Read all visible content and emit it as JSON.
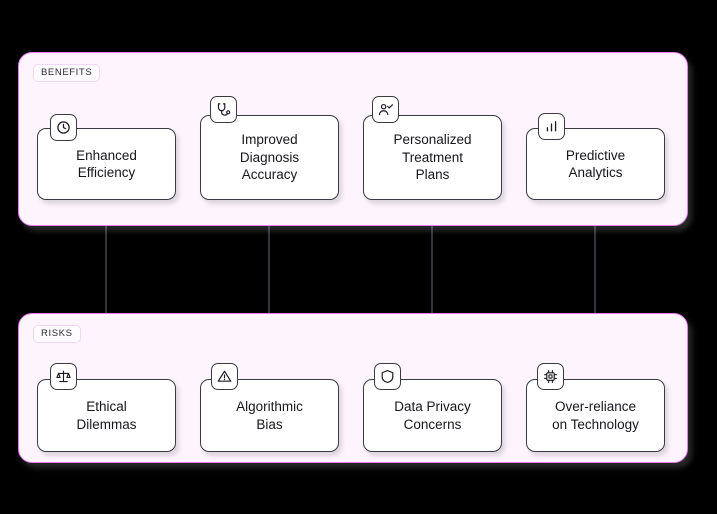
{
  "theme": {
    "background": "#000000",
    "panel_fill": "#fdf4fd",
    "panel_border": "#e879f9",
    "card_fill": "#ffffff",
    "card_border": "#3a3a44",
    "text_color": "#16161c",
    "badge_fill": "#fefcff",
    "badge_border": "#f3d5f8",
    "connector_color": "#3a3a44"
  },
  "sections": [
    {
      "id": "benefits",
      "badge": "BENEFITS",
      "cards": [
        {
          "label": "Enhanced\nEfficiency",
          "icon": "clock-icon"
        },
        {
          "label": "Improved\nDiagnosis\nAccuracy",
          "icon": "stethoscope-icon"
        },
        {
          "label": "Personalized\nTreatment\nPlans",
          "icon": "user-check-icon"
        },
        {
          "label": "Predictive\nAnalytics",
          "icon": "bar-chart-icon"
        }
      ]
    },
    {
      "id": "risks",
      "badge": "RISKS",
      "cards": [
        {
          "label": "Ethical\nDilemmas",
          "icon": "scales-icon"
        },
        {
          "label": "Algorithmic\nBias",
          "icon": "warning-triangle-icon"
        },
        {
          "label": "Data Privacy\nConcerns",
          "icon": "shield-icon"
        },
        {
          "label": "Over-reliance\non Technology",
          "icon": "cpu-chip-icon"
        }
      ]
    }
  ],
  "connectors": [
    {
      "from": "benefits.0",
      "to": "risks.0",
      "arrow": "down"
    },
    {
      "from": "benefits.1",
      "to": "risks.1",
      "arrow": "down"
    },
    {
      "from": "benefits.2",
      "to": "risks.2",
      "arrow": "down"
    },
    {
      "from": "benefits.3",
      "to": "risks.3",
      "arrow": "down"
    }
  ]
}
